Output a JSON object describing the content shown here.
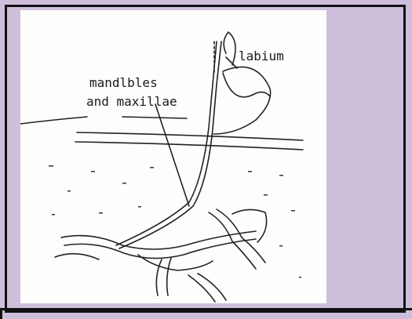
{
  "diagram": {
    "labels": {
      "labium": "labium",
      "mandibles_line1": "mandlbles",
      "mandibles_line2": "and maxillae"
    }
  }
}
